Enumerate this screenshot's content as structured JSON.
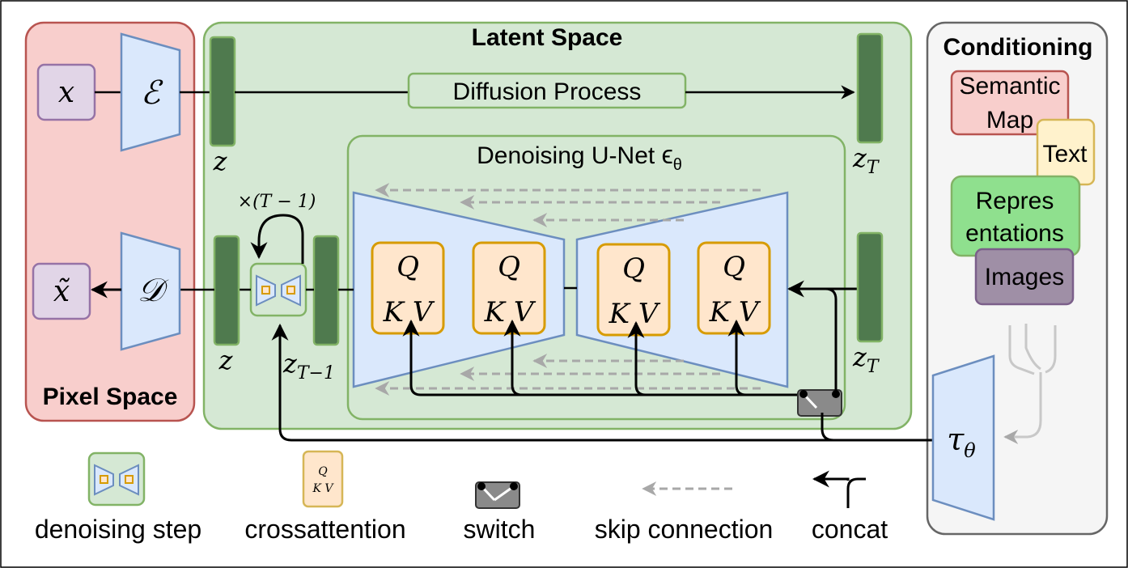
{
  "regions": {
    "pixel_space": "Pixel Space",
    "latent_space": "Latent Space",
    "conditioning": "Conditioning",
    "unet_prefix": "Denoising U-Net ",
    "unet_symbol": "ϵ",
    "unet_sub": "θ"
  },
  "symbols": {
    "x": "x",
    "x_tilde": "x̃",
    "encoder": "ℰ",
    "decoder": "𝒟",
    "z": "z",
    "z_T": "T",
    "z_T_minus_1": "T−1",
    "loop": "×(T − 1)",
    "tau": "τ",
    "theta": "θ",
    "q": "Q",
    "kv": "K V"
  },
  "labels": {
    "diffusion_process": "Diffusion Process"
  },
  "conditioning_items": {
    "semantic_map_line1": "Semantic",
    "semantic_map_line2": "Map",
    "text": "Text",
    "representations_line1": "Repres",
    "representations_line2": "entations",
    "images": "Images"
  },
  "legend": {
    "denoising_step": "denoising step",
    "crossattention": "crossattention",
    "switch": "switch",
    "skip_connection": "skip connection",
    "concat": "concat"
  },
  "colors": {
    "pixel_fill": "#f8cecc",
    "pixel_stroke": "#b85450",
    "latent_fill": "#d5e8d4",
    "latent_stroke": "#82b366",
    "cond_fill": "#f5f5f5",
    "cond_stroke": "#666666",
    "blue_fill": "#dae8fc",
    "blue_stroke": "#6c8ebf",
    "purple_fill": "#e1d5e7",
    "purple_stroke": "#9673a6",
    "attn_fill": "#ffe6cc",
    "attn_stroke": "#d79b00",
    "latent_bar": "#4f7a4e",
    "green_box_fill": "#8fe08e",
    "text_fill": "#fff2cc",
    "text_stroke": "#d6b656",
    "images_fill": "#9f8fa6",
    "skip_gray": "#a8a8a8"
  }
}
